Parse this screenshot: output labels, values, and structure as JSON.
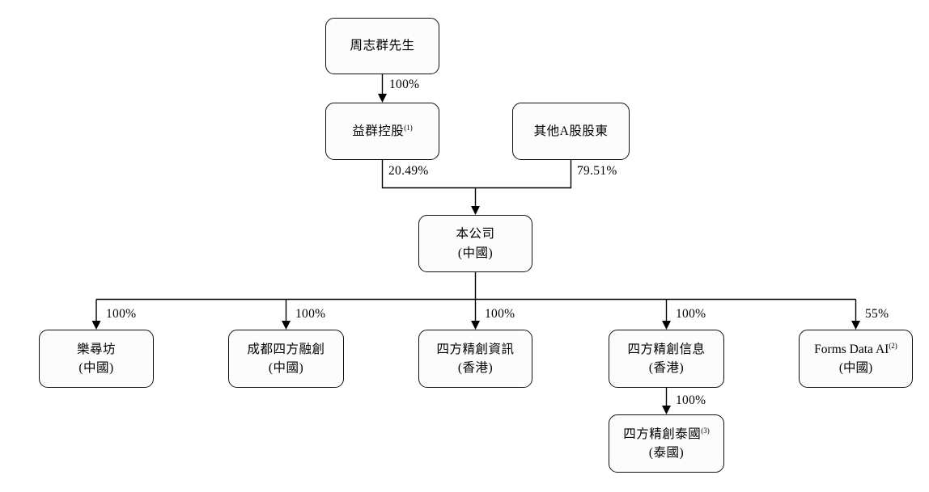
{
  "diagram": {
    "title_hint": "corporate-shareholding-structure",
    "nodes": {
      "founder": {
        "label": "周志群先生"
      },
      "yiqun_holdings": {
        "label": "益群控股",
        "footnote": "(1)"
      },
      "other_a_shareholders": {
        "label": "其他A股股東"
      },
      "company": {
        "label": "本公司",
        "jurisdiction": "(中國)"
      },
      "lexunfang": {
        "label": "樂尋坊",
        "jurisdiction": "(中國)"
      },
      "chengdu_sifang": {
        "label": "成都四方融創",
        "jurisdiction": "(中國)"
      },
      "sifang_zixun_hk": {
        "label": "四方精創資訊",
        "jurisdiction": "(香港)"
      },
      "sifang_xinxi_hk": {
        "label": "四方精創信息",
        "jurisdiction": "(香港)"
      },
      "forms_data_ai": {
        "label": "Forms Data AI",
        "footnote": "(2)",
        "jurisdiction": "(中國)"
      },
      "sifang_thailand": {
        "label": "四方精創泰國",
        "footnote": "(3)",
        "jurisdiction": "(泰國)"
      }
    },
    "ownership": {
      "founder_to_yiqun": "100%",
      "yiqun_to_company": "20.49%",
      "other_a_to_company": "79.51%",
      "company_to_lexunfang": "100%",
      "company_to_chengdu": "100%",
      "company_to_zixun_hk": "100%",
      "company_to_xinxi_hk": "100%",
      "company_to_forms_data": "55%",
      "xinxi_to_thailand": "100%"
    },
    "colors": {
      "line": "#000000",
      "box_border": "#111111",
      "box_fill": "#fcfcfc",
      "background": "#ffffff"
    }
  }
}
